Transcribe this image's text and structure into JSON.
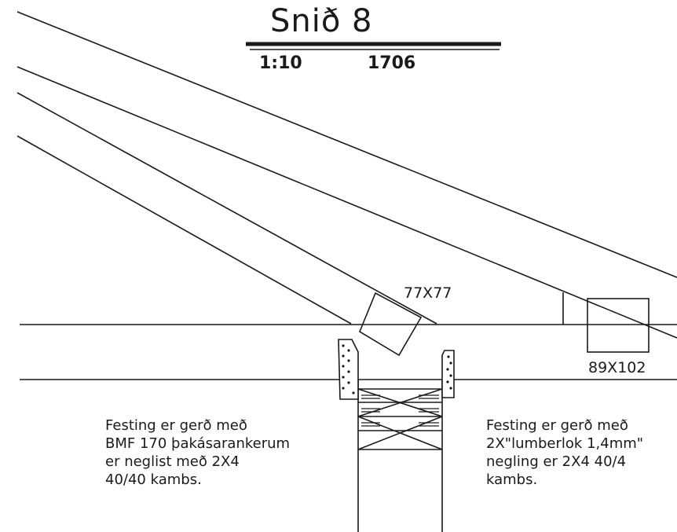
{
  "title": "Snið 8",
  "scale": "1:10",
  "drawing_number": "1706",
  "labels": {
    "post_left": "77X77",
    "post_right": "89X102"
  },
  "notes": {
    "left": [
      "Festing er gerð með",
      "BMF 170 þakásarankerum",
      "er neglist með 2X4",
      "40/40 kambs."
    ],
    "right": [
      "Festing er gerð með",
      "2X\"lumberlok 1,4mm\"",
      "negling er 2X4 40/4",
      "kambs."
    ]
  },
  "colors": {
    "line": "#1a1a1a",
    "background": "#ffffff"
  }
}
